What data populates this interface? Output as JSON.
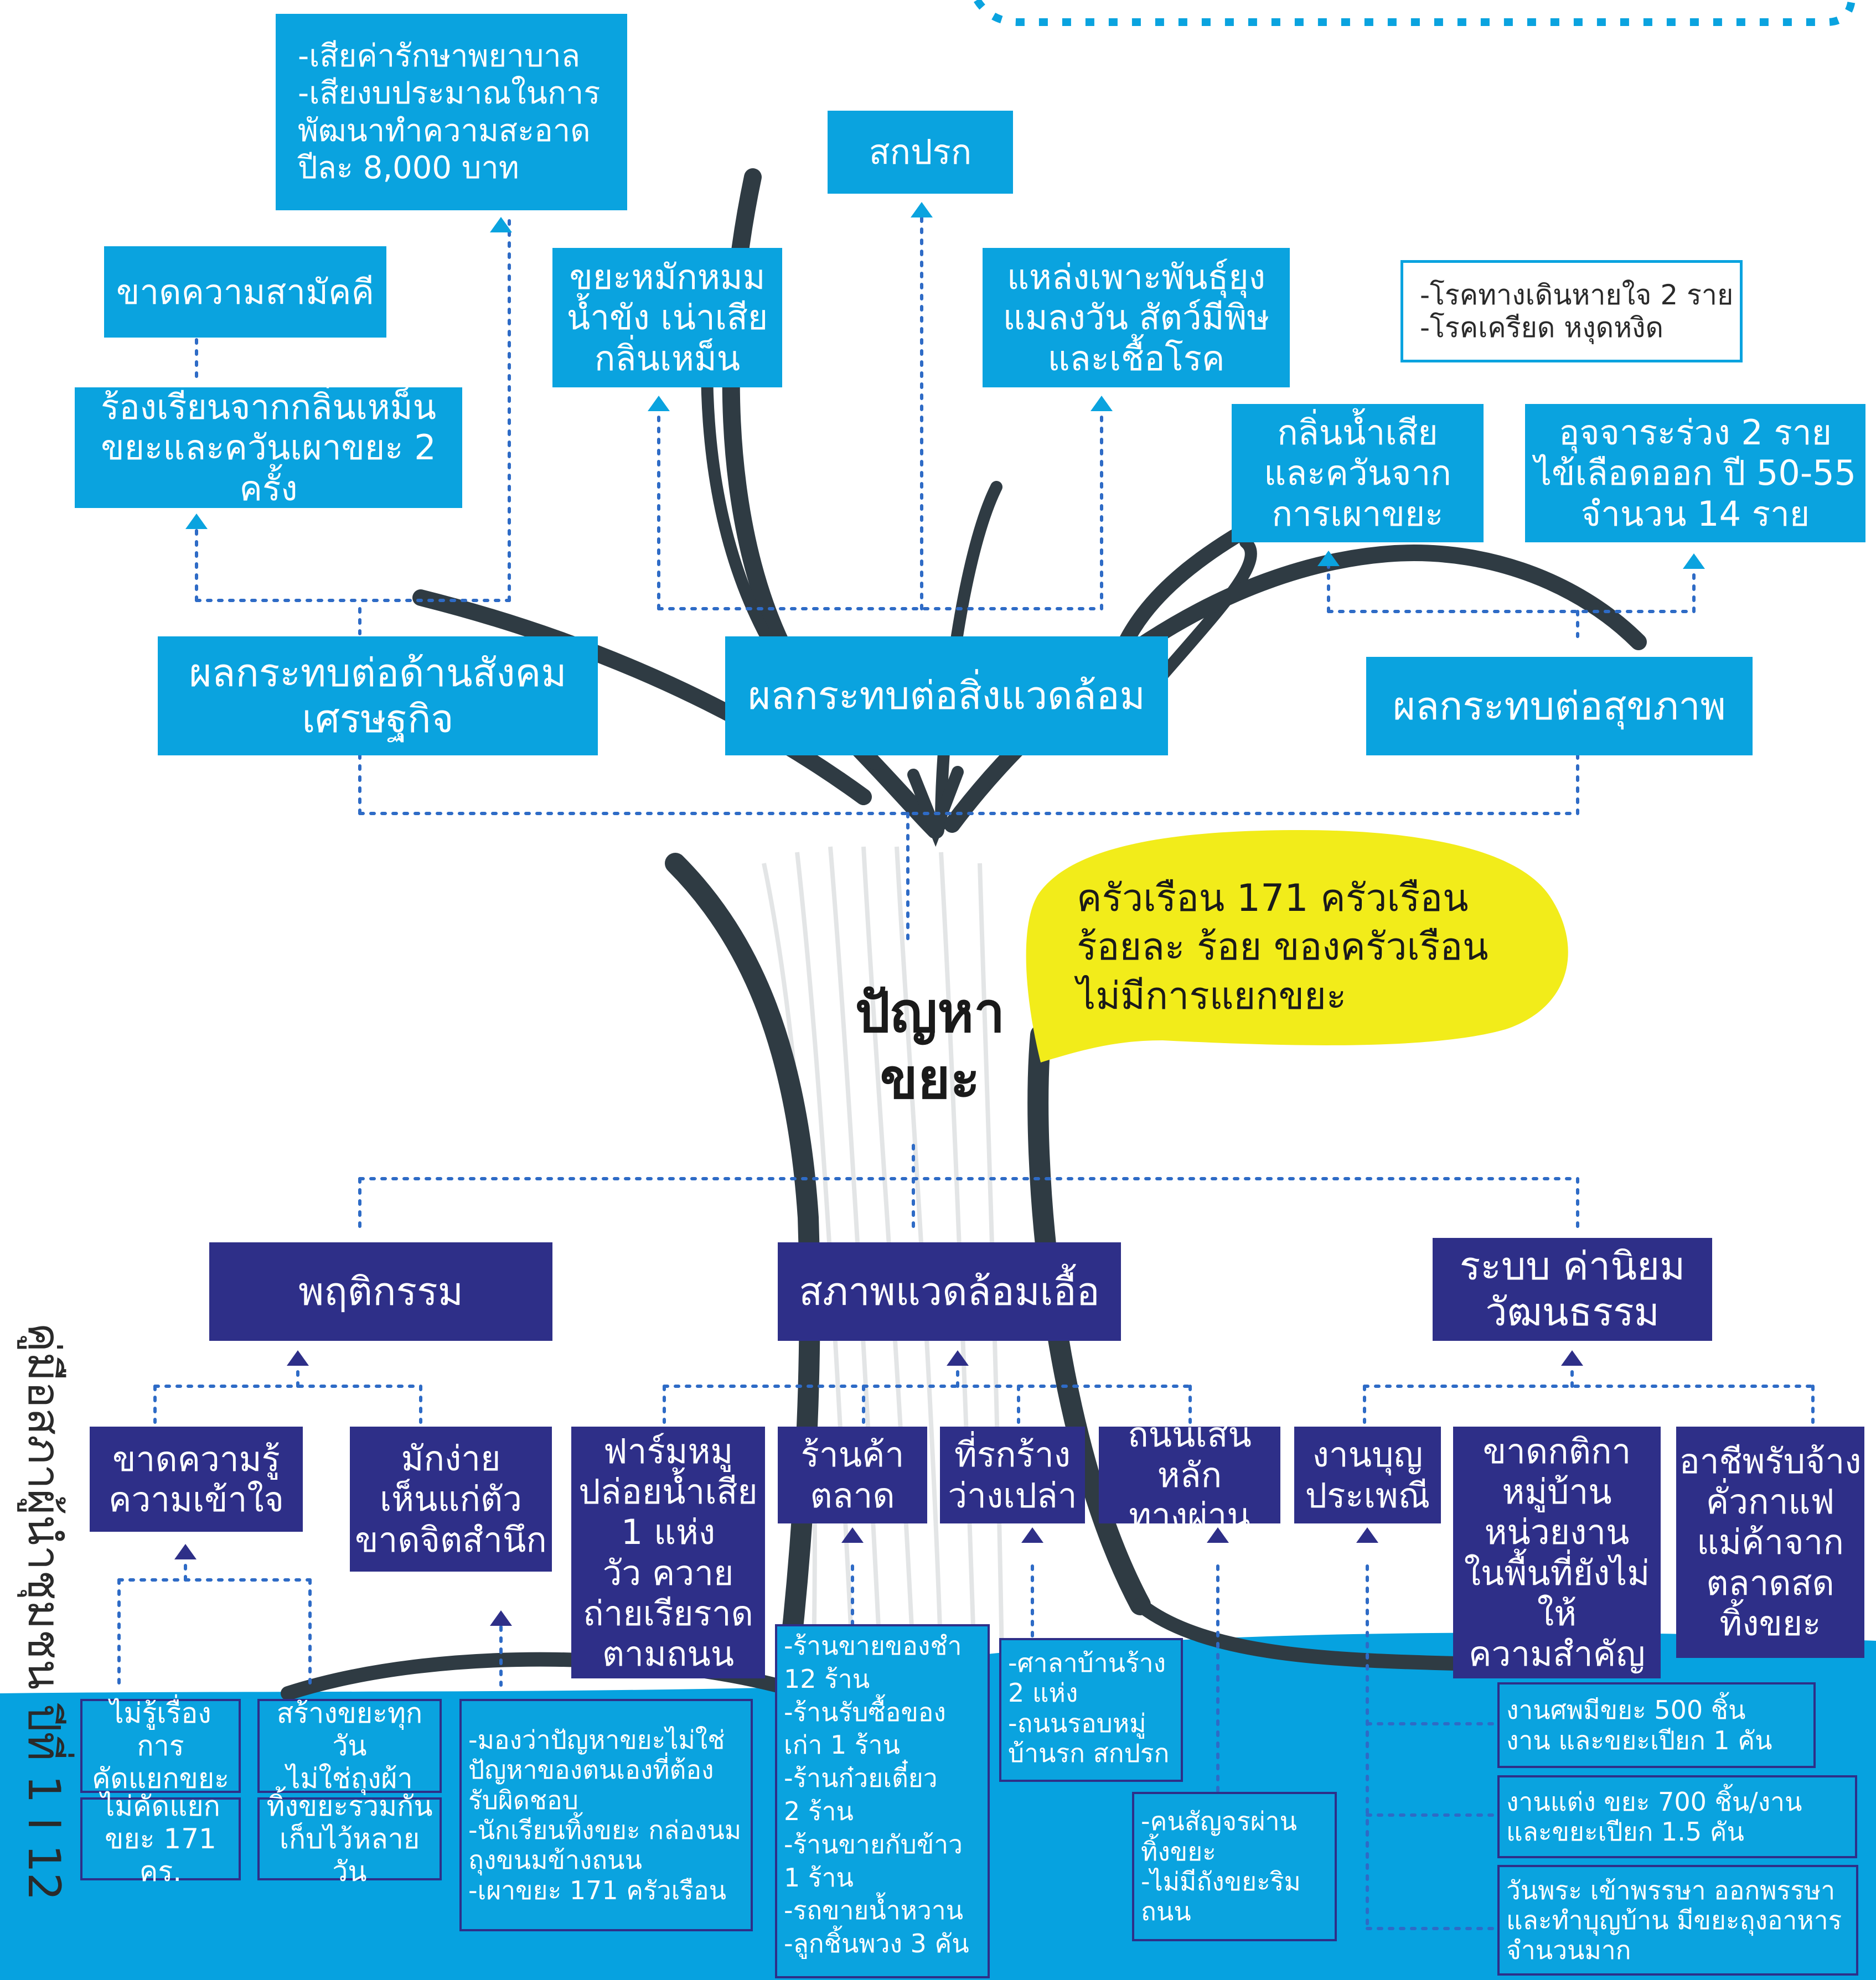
{
  "center": {
    "title": "ปัญหา\nขยะ",
    "callout": "ครัวเรือน 171 ครัวเรือน\nร้อยละ ร้อย ของครัวเรือน\nไม่มีการแยกขยะ"
  },
  "impacts": {
    "social_economic": "ผลกระทบต่อด้านสังคม\nเศรษฐกิจ",
    "environment": "ผลกระทบต่อสิ่งแวดล้อม",
    "health": "ผลกระทบต่อสุขภาพ"
  },
  "social_details": {
    "medical_cost": "-เสียค่ารักษาพยาบาล\n-เสียงบประมาณในการ\nพัฒนาทำความสะอาด\nปีละ 8,000 บาท",
    "lack_unity": "ขาดความสามัคคี",
    "complaints": "ร้องเรียนจากกลิ่นเหม็น\nขยะและควันเผาขยะ 2 ครั้ง"
  },
  "environment_details": {
    "dirty": "สกปรก",
    "rotting": "ขยะหมักหมม\nน้ำขัง เน่าเสีย\nกลิ่นเหม็น",
    "breeding": "แหล่งเพาะพันธุ์ยุง\nแมลงวัน สัตว์มีพิษ\nและเชื้อโรค"
  },
  "health_details": {
    "diseases": "-โรคทางเดินหายใจ 2 ราย\n-โรคเครียด หงุดหงิด",
    "smell_smoke": "กลิ่นน้ำเสีย\nและควันจาก\nการเผาขยะ",
    "diarrhea": "อุจจาระร่วง 2 ราย\nไข้เลือดออก ปี 50-55\nจำนวน 14 ราย"
  },
  "causes": {
    "behavior": "พฤติกรรม",
    "environment": "สภาพแวดล้อมเอื้อ",
    "system": "ระบบ ค่านิยม\nวัฒนธรรม"
  },
  "behavior_details": {
    "lack_knowledge": "ขาดความรู้\nความเข้าใจ",
    "careless": "มักง่าย\nเห็นแก่ตัว\nขาดจิตสำนึก",
    "dont_know_sorting": "ไม่รู้เรื่องการ\nคัดแยกขยะ",
    "no_sort": "ไม่คัดแยก\nขยะ 171 คร.",
    "create_waste": "สร้างขยะทุกวัน\nไม่ใช่ถุงผ้า",
    "pile_waste": "ทิ้งขยะรวมกัน\nเก็บไว้หลายวัน",
    "attitude": "-มองว่าปัญหาขยะไม่ใช่\nปัญหาของตนเองที่ต้อง\nรับผิดชอบ\n-นักเรียนทิ้งขยะ กล่องนม\nถุงขนมข้างถนน\n-เผาขยะ 171 ครัวเรือน"
  },
  "environment_cause_details": {
    "pig_farm": "ฟาร์มหมู\nปล่อยน้ำเสีย\n1 แห่ง\nวัว ควาย\nถ่ายเรียราด\nตามถนน",
    "market": "ร้านค้า\nตลาด",
    "vacant_land": "ที่รกร้าง\nว่างเปล่า",
    "main_road": "ถนนเส้นหลัก\nทางผ่าน",
    "shops_list": "-ร้านขายของชำ\n12 ร้าน\n-ร้านรับซื้อของ\nเก่า 1 ร้าน\n-ร้านก๋วยเตี๋ยว\n2 ร้าน\n-ร้านขายกับข้าว\n1 ร้าน\n-รถขายน้ำหวาน\n-ลูกชิ้นพวง 3 คัน",
    "abandoned": "-ศาลาบ้านร้าง\n2 แห่ง\n-ถนนรอบหมู่\nบ้านรก สกปรก",
    "passersby": "-คนสัญจรผ่าน\nทิ้งขยะ\n-ไม่มีถังขยะริม\nถนน"
  },
  "system_details": {
    "festival": "งานบุญ\nประเพณี",
    "no_rules": "ขาดกติกา\nหมู่บ้าน\nหน่วยงาน\nในพื้นที่ยังไม่ให้\nความสำคัญ",
    "vendors": "อาชีพรับจ้าง\nคั่วกาแฟ\nแม่ค้าจาก\nตลาดสด\nทิ้งขยะ",
    "funeral": "งานศพมีขยะ 500 ชิ้น\nงาน และขยะเปียก 1 คัน",
    "wedding": "งานแต่ง ขยะ 700 ชิ้น/งาน\nและขยะเปียก 1.5 คัน",
    "buddhist_day": "วันพระ เข้าพรรษา ออกพรรษา\nและทำบุญบ้าน มีขยะถุงอาหาร\nจำนวนมาก"
  },
  "footer": {
    "side_label": "คู่มือสภาผู้นำชุมชน ปีที่ 1    I  12"
  },
  "colors": {
    "cyan_box": "#0aa3df",
    "navy_box": "#2e2f88",
    "water": "#06a2e0",
    "branch": "#2f3b43",
    "callout": "#f2ec1a",
    "dotted": "#2e6bc6"
  }
}
